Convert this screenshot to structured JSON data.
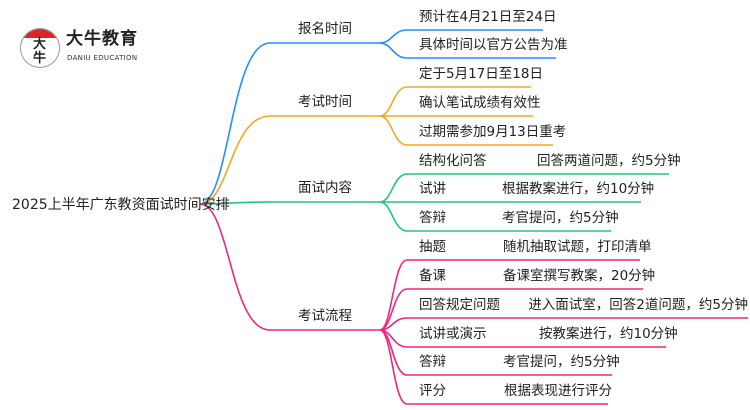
{
  "logo": {
    "name": "大牛教育",
    "subtitle": "DANIU EDUCATION",
    "mark": "大牛"
  },
  "root": {
    "label": "2025上半年广东教资面试时间安排"
  },
  "colors": {
    "blue": "#1e90ff",
    "orange": "#f5a623",
    "green": "#1ec87a",
    "pink": "#f0267a"
  },
  "branches": [
    {
      "label": "报名时间",
      "color": "#1e90ff",
      "leaves": [
        {
          "label": "预计在4月21日至24日"
        },
        {
          "label": "具体时间以官方公告为准"
        }
      ]
    },
    {
      "label": "考试时间",
      "color": "#f5a623",
      "leaves": [
        {
          "label": "定于5月17日至18日"
        },
        {
          "label": "确认笔试成绩有效性"
        },
        {
          "label": "过期需参加9月13日重考"
        }
      ]
    },
    {
      "label": "面试内容",
      "color": "#1ec87a",
      "leaves": [
        {
          "label": "结构化问答",
          "desc": "回答两道问题，约5分钟"
        },
        {
          "label": "试讲",
          "desc": "根据教案进行，约10分钟"
        },
        {
          "label": "答辩",
          "desc": "考官提问，约5分钟"
        }
      ]
    },
    {
      "label": "考试流程",
      "color": "#f0267a",
      "leaves": [
        {
          "label": "抽题",
          "desc": "随机抽取试题，打印清单"
        },
        {
          "label": "备课",
          "desc": "备课室撰写教案，20分钟"
        },
        {
          "label": "回答规定问题",
          "desc": "进入面试室，回答2道问题，约5分钟"
        },
        {
          "label": "试讲或演示",
          "desc": "按教案进行，约10分钟"
        },
        {
          "label": "答辩",
          "desc": "考官提问，约5分钟"
        },
        {
          "label": "评分",
          "desc": "根据表现进行评分"
        }
      ]
    }
  ]
}
